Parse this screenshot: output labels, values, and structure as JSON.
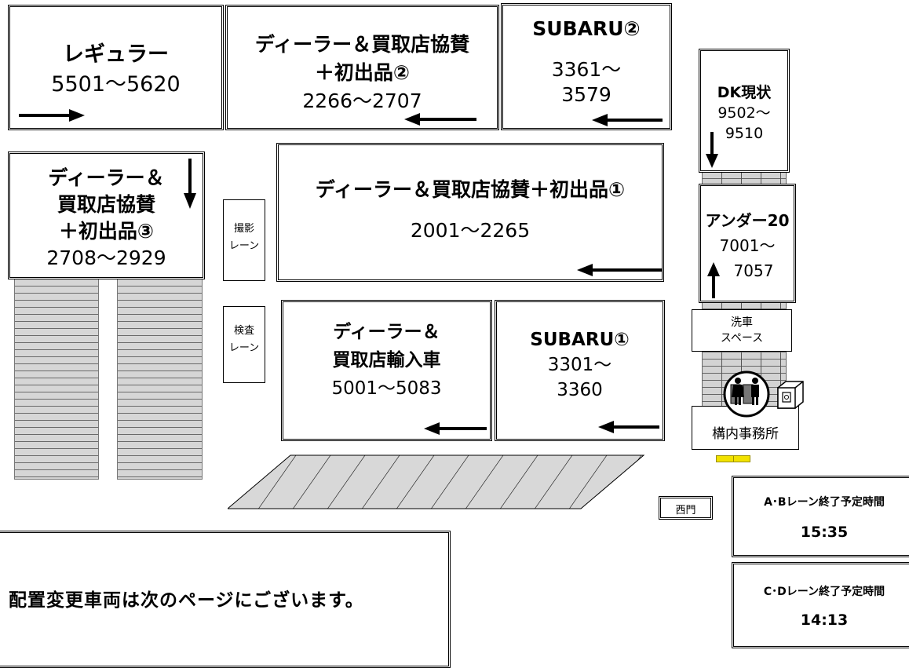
{
  "zones": {
    "regular": {
      "line1": "レギュラー",
      "line2": "5501～5620"
    },
    "dealer2": {
      "line1": "ディーラー＆買取店協賛",
      "line2": "＋初出品②",
      "line3": "2266～2707"
    },
    "subaru2": {
      "line1": "SUBARU②",
      "line2": "3361～",
      "line3": "3579"
    },
    "dk": {
      "line1": "DK現状",
      "line2": "9502～",
      "line3": "9510"
    },
    "dealer3": {
      "line1": "ディーラー＆",
      "line2": "買取店協賛",
      "line3": "＋初出品③",
      "line4": "2708～2929"
    },
    "dealer1": {
      "line1": "ディーラー＆買取店協賛＋初出品①",
      "line2": "2001～2265"
    },
    "under20": {
      "line1": "アンダー20",
      "line2": "7001～",
      "line3": "7057"
    },
    "import": {
      "line1": "ディーラー＆",
      "line2": "買取店輸入車",
      "line3": "5001～5083"
    },
    "subaru1": {
      "line1": "SUBARU①",
      "line2": "3301～",
      "line3": "3360"
    }
  },
  "facilities": {
    "photo_lane": {
      "line1": "撮影",
      "line2": "レーン"
    },
    "inspection_lane": {
      "line1": "検査",
      "line2": "レーン"
    },
    "wash_space": {
      "line1": "洗車",
      "line2": "スペース"
    },
    "office": "構内事務所",
    "west_gate": "西門"
  },
  "notice": "配置変更車両は次のページにございます。",
  "schedule": {
    "ab": {
      "label": "A･Bレーン終了予定時間",
      "time": "15:35"
    },
    "cd": {
      "label": "C･Dレーン終了予定時間",
      "time": "14:13"
    }
  }
}
